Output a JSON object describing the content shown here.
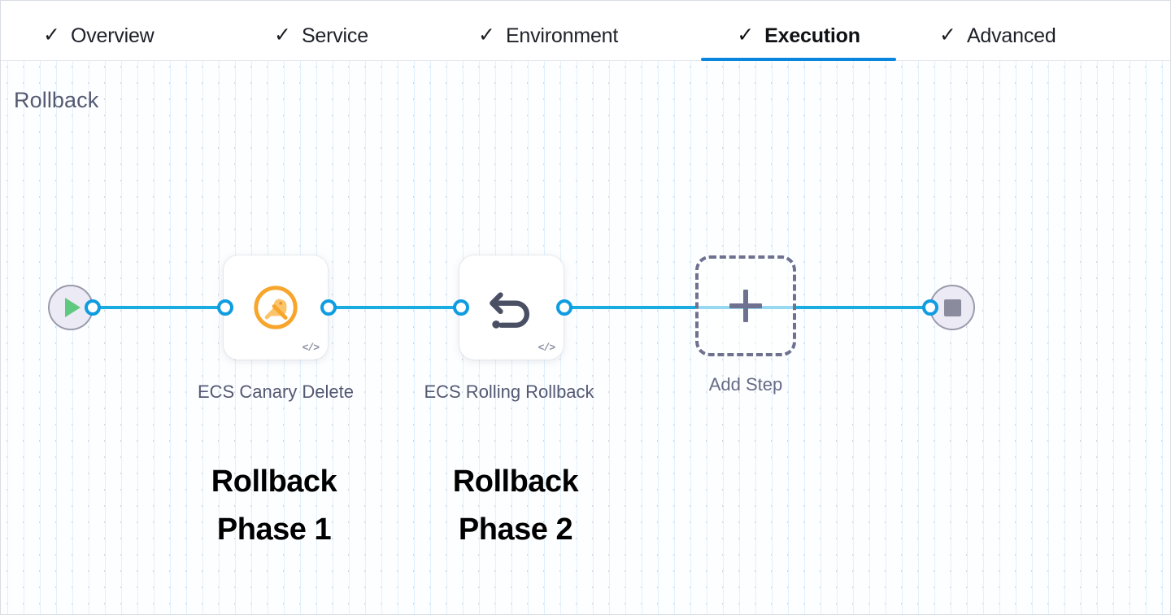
{
  "tabs": [
    {
      "label": "Overview",
      "icon": "check-icon",
      "checked": true,
      "active": false
    },
    {
      "label": "Service",
      "icon": "check-icon",
      "checked": true,
      "active": false
    },
    {
      "label": "Environment",
      "icon": "check-icon",
      "checked": true,
      "active": false
    },
    {
      "label": "Execution",
      "icon": "check-icon",
      "checked": true,
      "active": true
    },
    {
      "label": "Advanced",
      "icon": "check-icon",
      "checked": true,
      "active": false
    }
  ],
  "check_glyph": "✓",
  "canvas": {
    "title": "Rollback",
    "start_node": {
      "name": "start-node",
      "icon": "play-icon"
    },
    "end_node": {
      "name": "end-node",
      "icon": "stop-icon"
    },
    "steps": [
      {
        "caption": "ECS Canary Delete",
        "icon": "ecs-canary-delete-icon",
        "badge": "</>",
        "annotation": "Rollback\nPhase 1"
      },
      {
        "caption": "ECS Rolling Rollback",
        "icon": "rollback-undo-icon",
        "badge": "</>",
        "annotation": "Rollback\nPhase 2"
      }
    ],
    "add_step": {
      "label": "Add Step",
      "icon": "plus-icon"
    }
  },
  "colors": {
    "edge_blue": "#18ace0",
    "port_blue": "#0f9ce0",
    "active_tab_underline": "#0a85de",
    "canary_orange": "#f5a623",
    "rollback_icon": "#4a4f63",
    "terminal_fill": "#eceaf5",
    "play_green": "#5fc97f",
    "stop_gray": "#8a8c9e",
    "title_slate": "#555a72",
    "dashed_border": "#6e7190"
  }
}
